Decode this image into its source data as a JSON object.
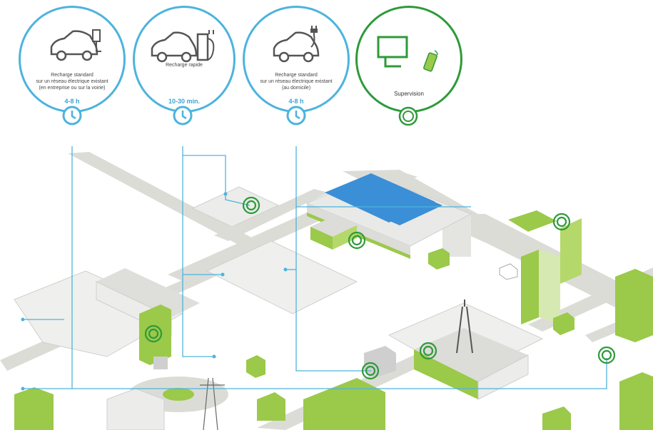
{
  "colors": {
    "blue": "#4db3dd",
    "green": "#2e9a3a",
    "lime": "#9bc94a",
    "road": "#d9d9d4",
    "ground": "#eeeeec",
    "solar": "#3b8fd6"
  },
  "stations": [
    {
      "lines": [
        "Recharge standard",
        "sur un réseau électrique existant",
        "(en entreprise ou sur la voirie)"
      ],
      "duration": "4-8 h",
      "icon": "car-wallbox-icon"
    },
    {
      "lines": [
        "Recharge rapide"
      ],
      "duration": "10-30 min.",
      "icon": "car-fast-charger-icon"
    },
    {
      "lines": [
        "Recharge standard",
        "sur un réseau électrique existant",
        "(au domicile)"
      ],
      "duration": "4-8 h",
      "icon": "car-plug-icon"
    }
  ],
  "supervision": {
    "label": "Supervision",
    "icons": [
      "computer-icon",
      "mobile-phone-icon"
    ]
  }
}
